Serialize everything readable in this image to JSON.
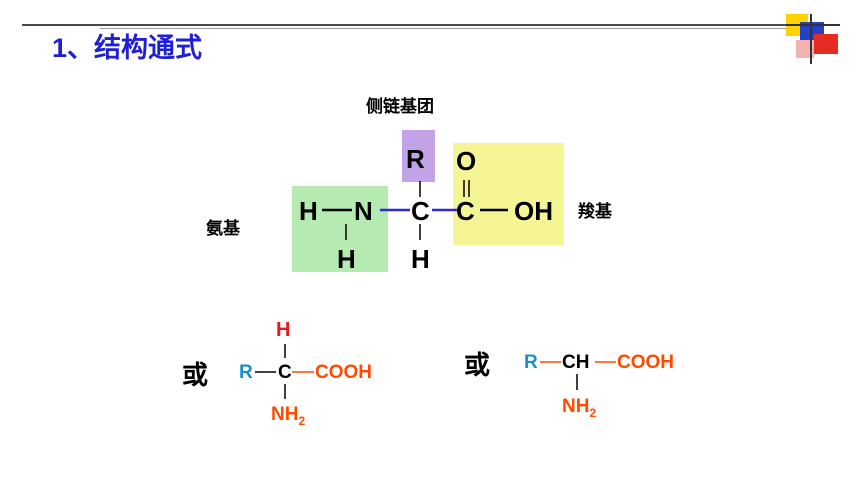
{
  "slide": {
    "title": "1、结构通式"
  },
  "main_structure": {
    "side_chain_label": "侧链基团",
    "amino_label": "氨基",
    "carboxyl_label": "羧基",
    "atoms": {
      "h_left": "H",
      "n": "N",
      "c_alpha": "C",
      "c_carboxyl": "C",
      "oh": "OH",
      "r": "R",
      "o": "O",
      "h_under_n": "H",
      "h_under_c": "H"
    },
    "colors": {
      "amino_box": "#b5ebb0",
      "side_chain_box": "#c2a3e8",
      "carboxyl_box": "#f5f593",
      "backbone_bond": "#2b2bd6"
    }
  },
  "alt_formula_1": {
    "connector": "或",
    "h": "H",
    "r": "R",
    "c": "C",
    "cooh": "COOH",
    "nh2": "NH",
    "nh2_sub": "2",
    "colors": {
      "r": "#1b8fc9",
      "group": "#ff4a00",
      "h": "#e8181e"
    }
  },
  "alt_formula_2": {
    "connector": "或",
    "r": "R",
    "ch": "CH",
    "cooh": "COOH",
    "nh2": "NH",
    "nh2_sub": "2",
    "colors": {
      "r": "#1b8fc9",
      "group": "#ff4a00"
    }
  }
}
